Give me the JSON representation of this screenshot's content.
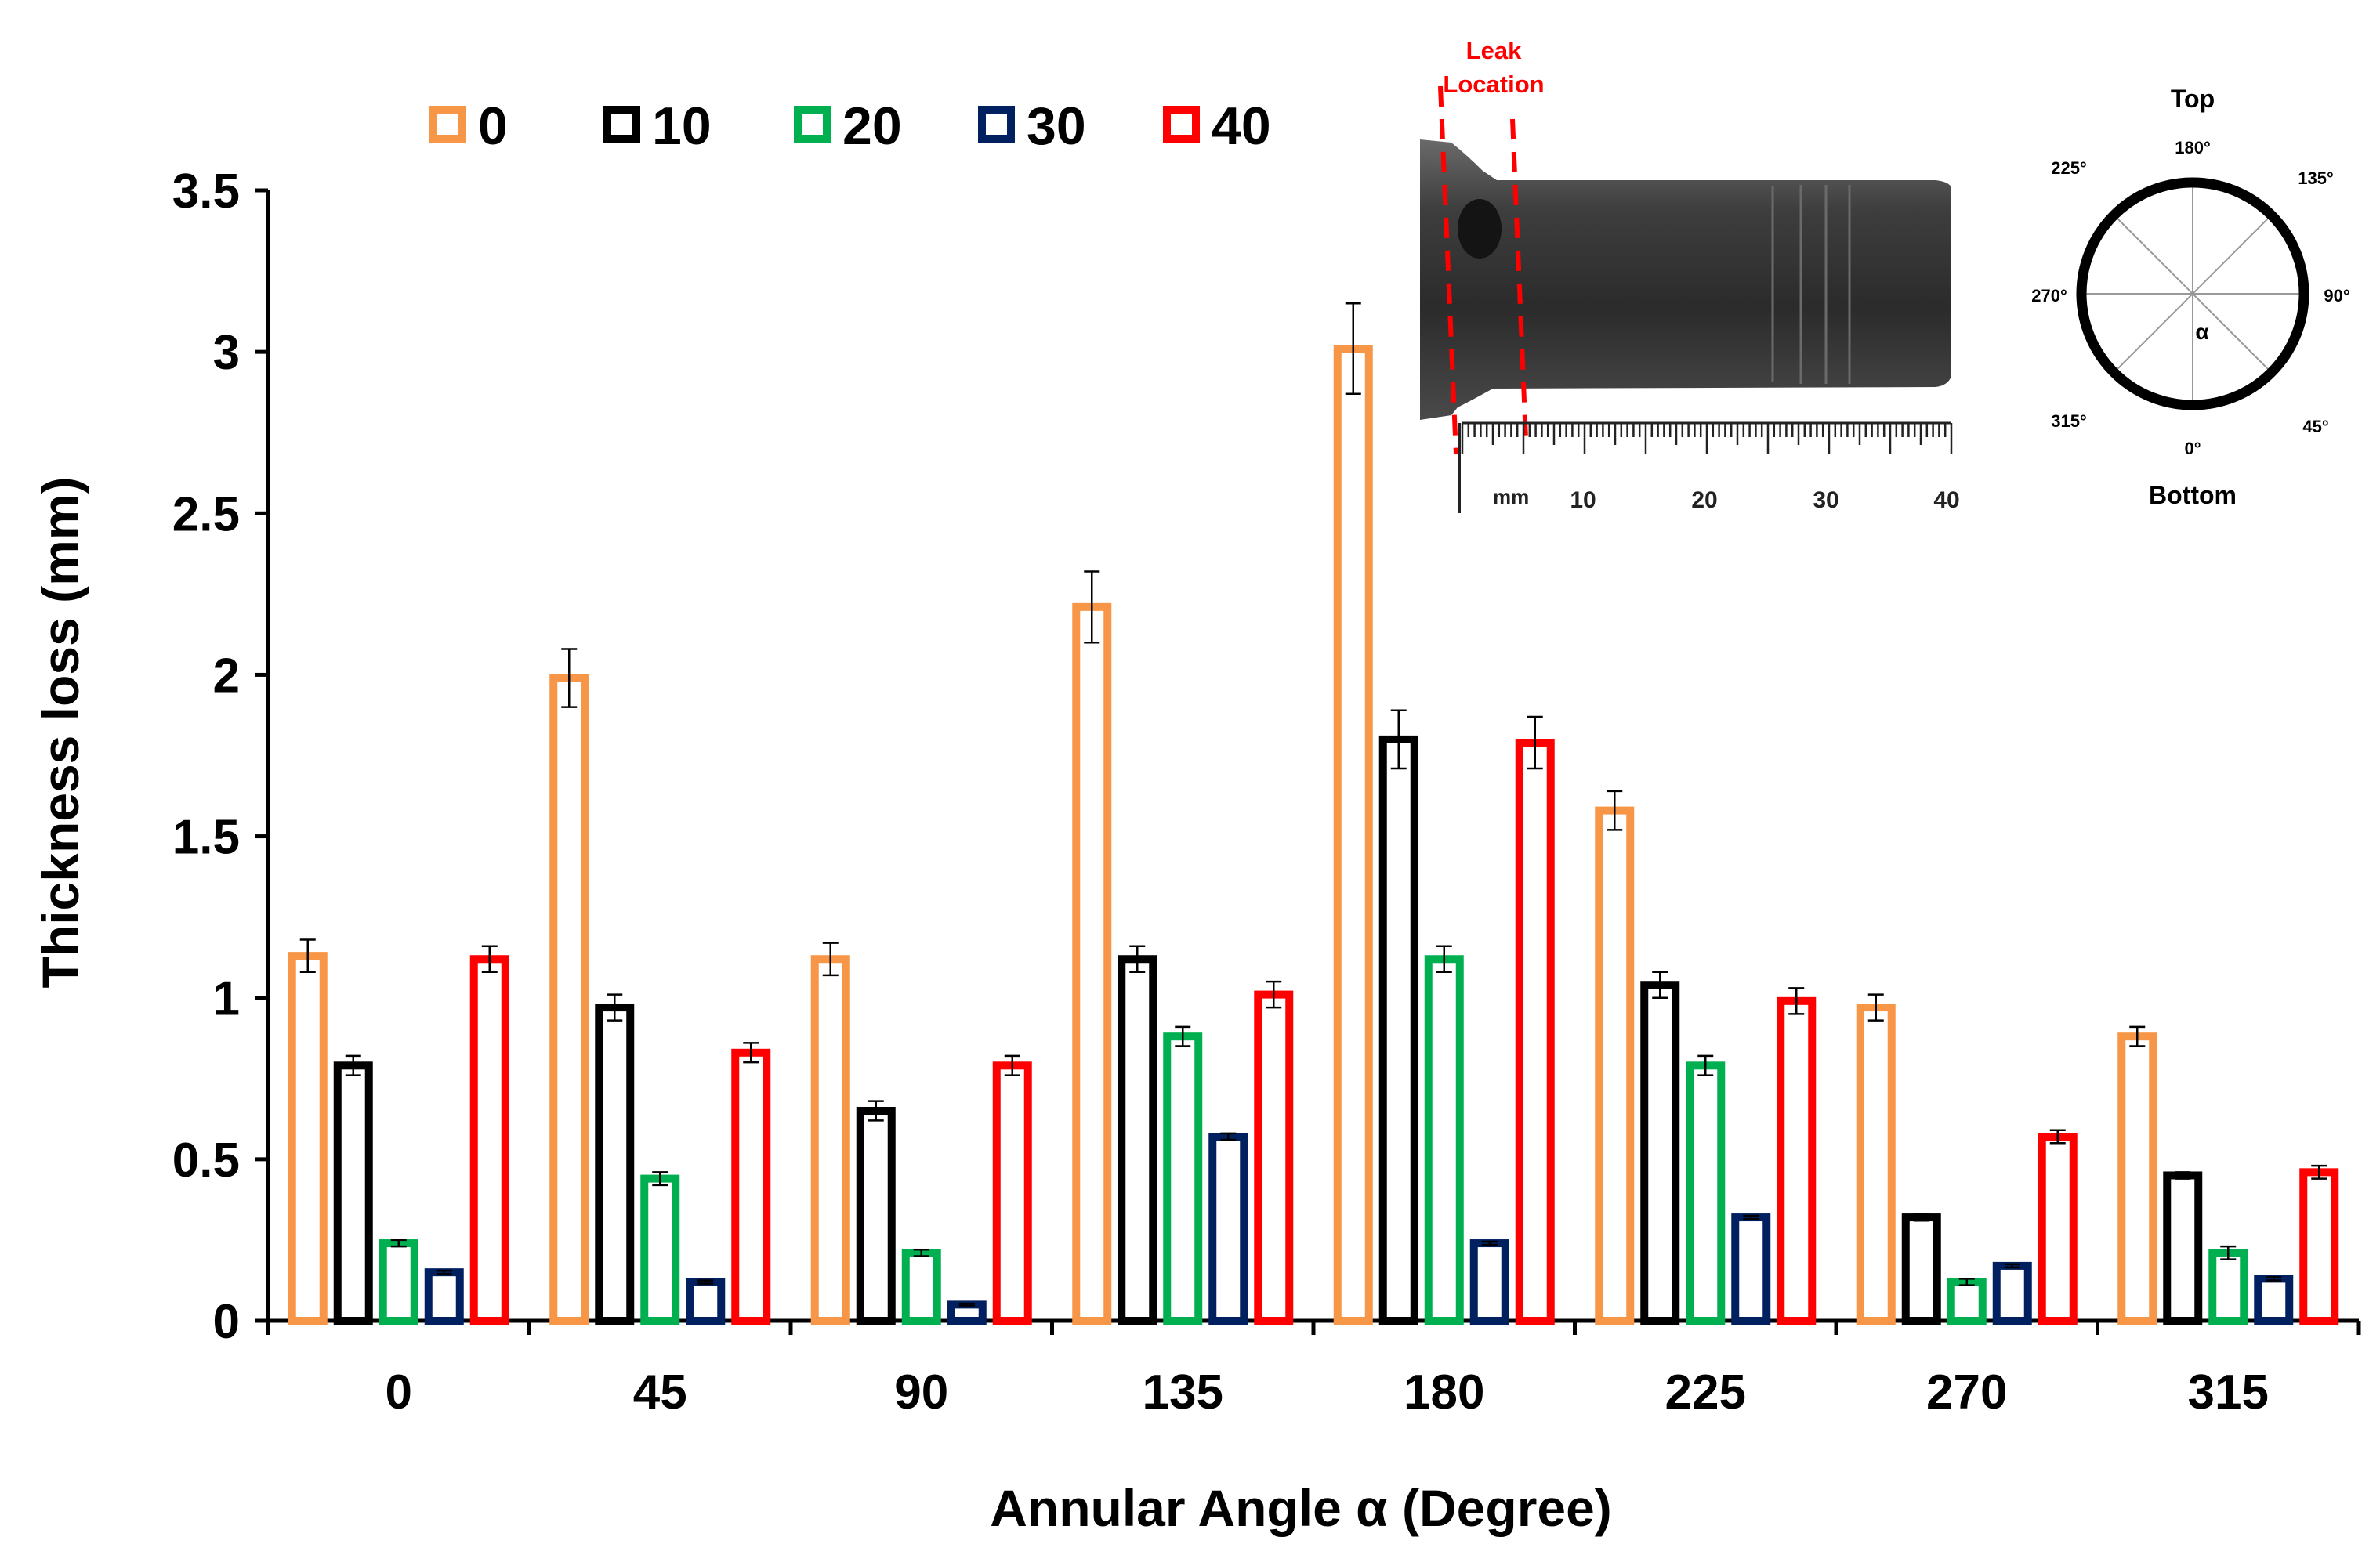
{
  "chart_data": {
    "type": "bar",
    "title": "",
    "xlabel": "Annular Angle α (Degree)",
    "ylabel": "Thickness loss (mm)",
    "ylim": [
      0,
      3.5
    ],
    "y_ticks": [
      "0",
      "0.5",
      "1",
      "1.5",
      "2",
      "2.5",
      "3",
      "3.5"
    ],
    "categories": [
      "0",
      "45",
      "90",
      "135",
      "180",
      "225",
      "270",
      "315"
    ],
    "legend_position": "top-left",
    "grid": false,
    "error_bars": true,
    "series": [
      {
        "name": "0",
        "color": "#F79646",
        "values": [
          1.13,
          1.99,
          1.12,
          2.21,
          3.01,
          1.58,
          0.97,
          0.88
        ],
        "errors": [
          0.05,
          0.09,
          0.05,
          0.11,
          0.14,
          0.06,
          0.04,
          0.03
        ]
      },
      {
        "name": "10",
        "color": "#000000",
        "values": [
          0.79,
          0.97,
          0.65,
          1.12,
          1.8,
          1.04,
          0.32,
          0.45
        ],
        "errors": [
          0.03,
          0.04,
          0.03,
          0.04,
          0.09,
          0.04,
          0.01,
          0.01
        ]
      },
      {
        "name": "20",
        "color": "#00B050",
        "values": [
          0.24,
          0.44,
          0.21,
          0.88,
          1.12,
          0.79,
          0.12,
          0.21
        ],
        "errors": [
          0.01,
          0.02,
          0.01,
          0.03,
          0.04,
          0.03,
          0.01,
          0.02
        ]
      },
      {
        "name": "30",
        "color": "#002060",
        "values": [
          0.15,
          0.12,
          0.05,
          0.57,
          0.24,
          0.32,
          0.17,
          0.13
        ],
        "errors": [
          0.005,
          0.005,
          0.003,
          0.01,
          0.005,
          0.005,
          0.005,
          0.005
        ]
      },
      {
        "name": "40",
        "color": "#FF0000",
        "values": [
          1.12,
          0.83,
          0.79,
          1.01,
          1.79,
          0.99,
          0.57,
          0.46
        ],
        "errors": [
          0.04,
          0.03,
          0.03,
          0.04,
          0.08,
          0.04,
          0.02,
          0.02
        ]
      }
    ]
  },
  "inset_pipe": {
    "leak_label_line1": "Leak",
    "leak_label_line2": "Location",
    "ruler_unit": "mm",
    "ruler_labels": [
      "10",
      "20",
      "30",
      "40"
    ]
  },
  "inset_circle": {
    "top_label": "Top",
    "bottom_label": "Bottom",
    "alpha_label": "α",
    "angle_labels": {
      "a0": "0°",
      "a45": "45°",
      "a90": "90°",
      "a135": "135°",
      "a180": "180°",
      "a225": "225°",
      "a270": "270°",
      "a315": "315°"
    }
  }
}
